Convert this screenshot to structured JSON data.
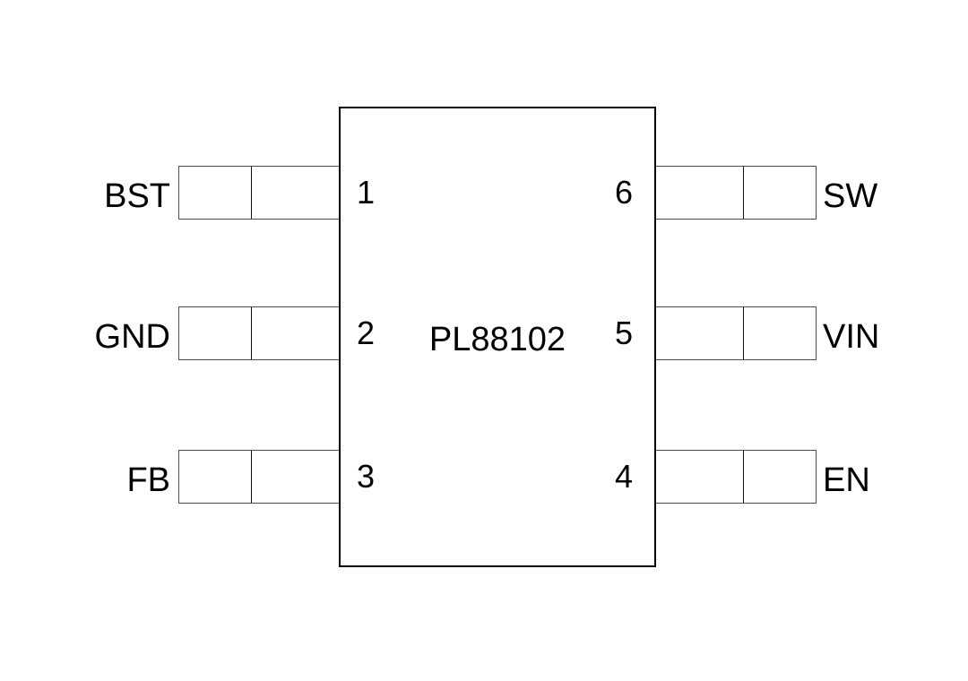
{
  "diagram": {
    "part_number": "PL88102",
    "type": "ic-pinout",
    "package_pin_count": 6,
    "pins": {
      "left": [
        {
          "number": "1",
          "label": "BST"
        },
        {
          "number": "2",
          "label": "GND"
        },
        {
          "number": "3",
          "label": "FB"
        }
      ],
      "right": [
        {
          "number": "6",
          "label": "SW"
        },
        {
          "number": "5",
          "label": "VIN"
        },
        {
          "number": "4",
          "label": "EN"
        }
      ]
    },
    "colors": {
      "background": "#ffffff",
      "body_outline": "#000000",
      "pad_outline": "#4d4d4d",
      "pad_divider": "#111111",
      "text": "#000000"
    }
  }
}
